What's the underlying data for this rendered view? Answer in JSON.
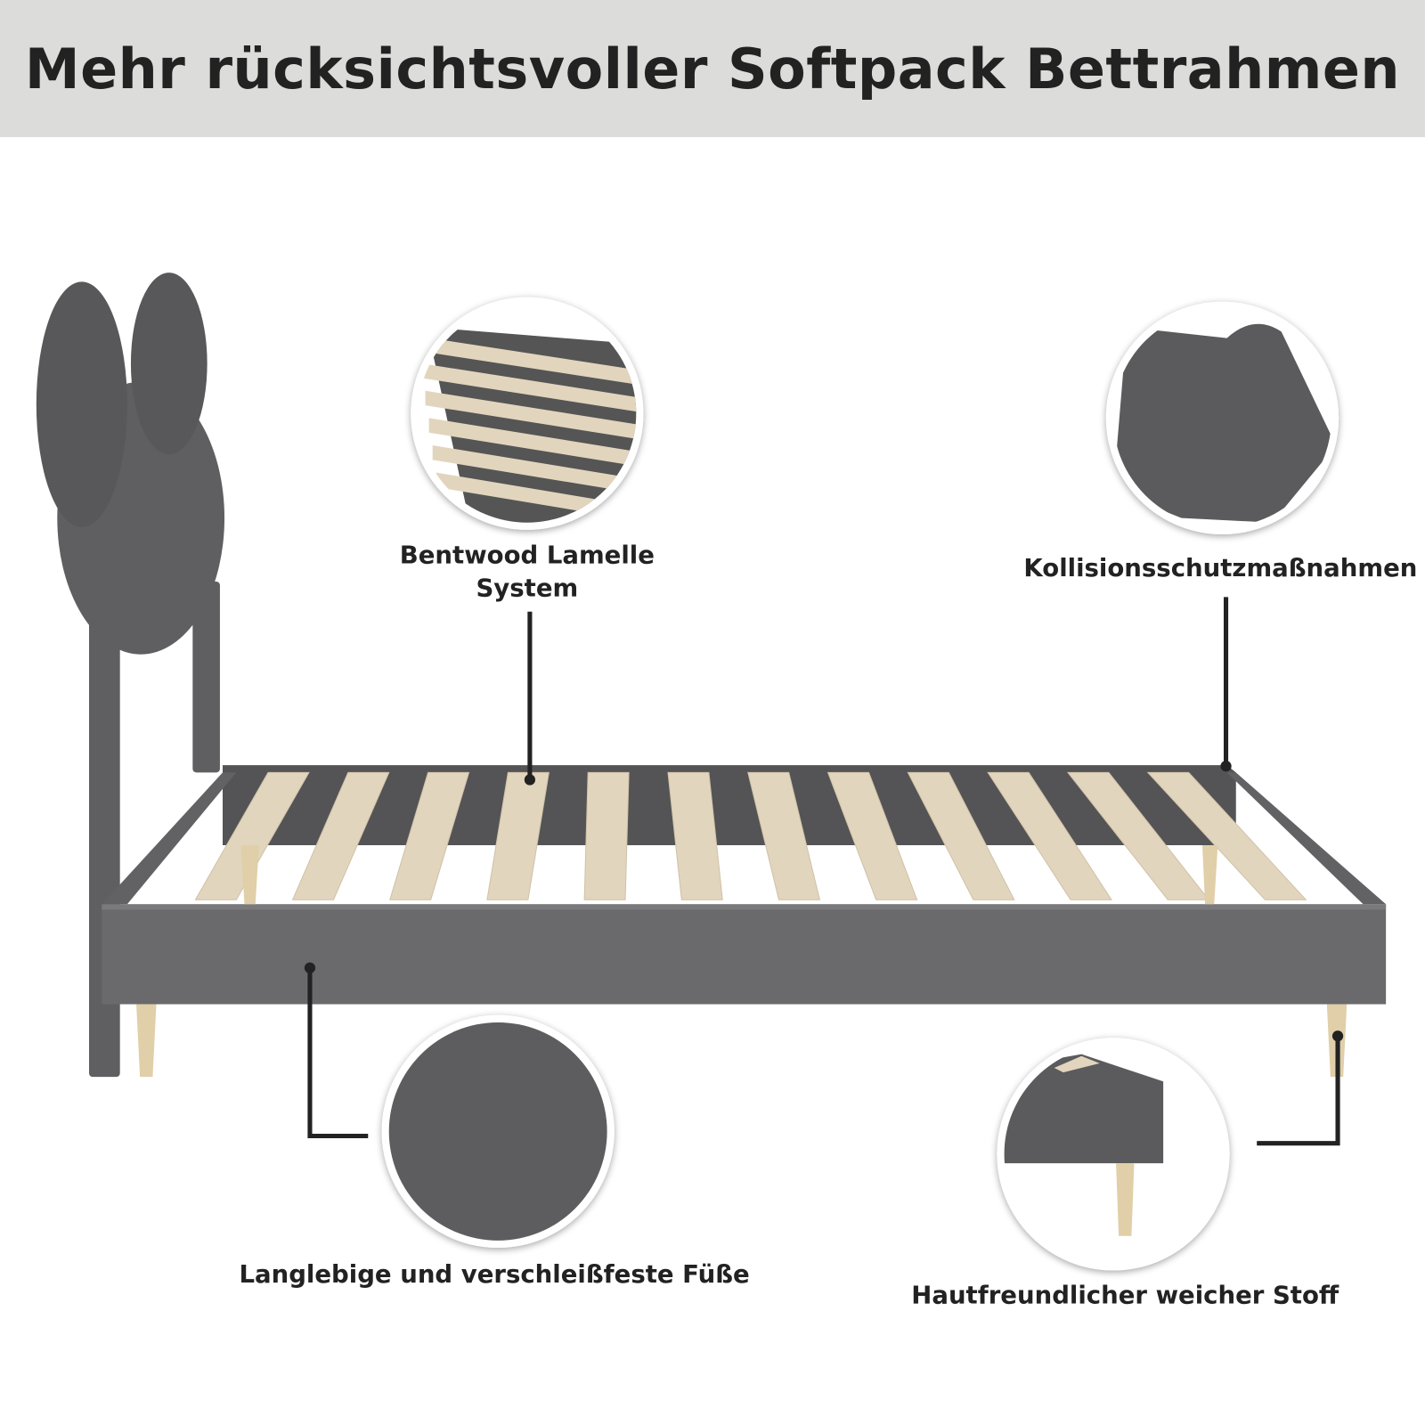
{
  "title": "Mehr rücksichtsvoller Softpack Bettrahmen",
  "callouts": {
    "slats": {
      "line1": "Bentwood Lamelle",
      "line2": "System"
    },
    "collision": {
      "label": "Kollisionsschutzmaßnahmen"
    },
    "feet": {
      "label": "Langlebige und verschleißfeste Füße"
    },
    "fabric": {
      "label": "Hautfreundlicher weicher Stoff"
    }
  },
  "colors": {
    "fabric": "#5f5f61",
    "wood": "#e2d5bd",
    "banner": "#dcdcda",
    "text": "#222222"
  }
}
